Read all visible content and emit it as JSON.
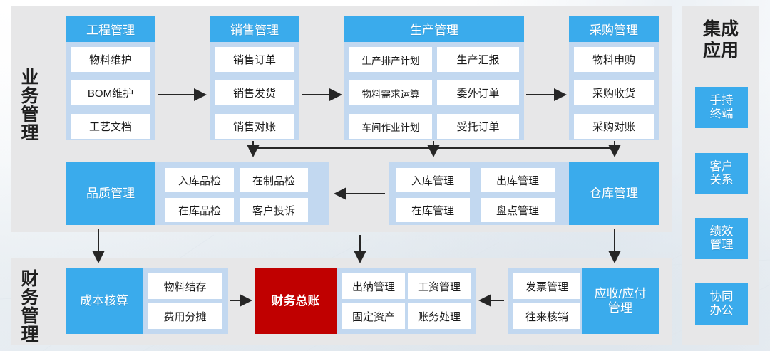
{
  "diagram": {
    "title_hidden": "",
    "colors": {
      "blue": "#3aabec",
      "light_blue": "#c2d8f0",
      "panel_gray": "#e7e7e8",
      "red": "#c00000",
      "white": "#ffffff",
      "text": "#1a1a1a"
    }
  },
  "business_panel": {
    "label": "业务管理",
    "groups": [
      {
        "id": "engineering",
        "header": "工程管理",
        "items": [
          "物料维护",
          "BOM维护",
          "工艺文档"
        ]
      },
      {
        "id": "sales",
        "header": "销售管理",
        "items": [
          "销售订单",
          "销售发货",
          "销售对账"
        ]
      },
      {
        "id": "production",
        "header": "生产管理",
        "items": [
          "生产排产计划",
          "生产汇报",
          "物料需求运算",
          "委外订单",
          "车间作业计划",
          "受托订单"
        ]
      },
      {
        "id": "purchasing",
        "header": "采购管理",
        "items": [
          "物料申购",
          "采购收货",
          "采购对账"
        ]
      },
      {
        "id": "quality",
        "header": "品质管理",
        "items": [
          "入库品检",
          "在制品检",
          "在库品检",
          "客户投诉"
        ]
      },
      {
        "id": "warehouse",
        "header": "仓库管理",
        "items": [
          "入库管理",
          "出库管理",
          "在库管理",
          "盘点管理"
        ]
      }
    ]
  },
  "finance_panel": {
    "label": "财务管理",
    "groups": [
      {
        "id": "cost-accounting",
        "header": "成本核算",
        "items": [
          "物料结存",
          "费用分摊"
        ]
      },
      {
        "id": "general-ledger",
        "header": "财务总账",
        "items": [
          "出纳管理",
          "工资管理",
          "固定资产",
          "账务处理"
        ]
      },
      {
        "id": "ar-ap",
        "header": "应收/应付\n管理",
        "header_line1": "应收/应付",
        "header_line2": "管理",
        "items": [
          "发票管理",
          "往来核销"
        ]
      }
    ]
  },
  "integration_panel": {
    "title_line1": "集成",
    "title_line2": "应用",
    "buttons": [
      {
        "line1": "手持",
        "line2": "终端"
      },
      {
        "line1": "客户",
        "line2": "关系"
      },
      {
        "line1": "绩效",
        "line2": "管理"
      },
      {
        "line1": "协同",
        "line2": "办公"
      }
    ]
  }
}
